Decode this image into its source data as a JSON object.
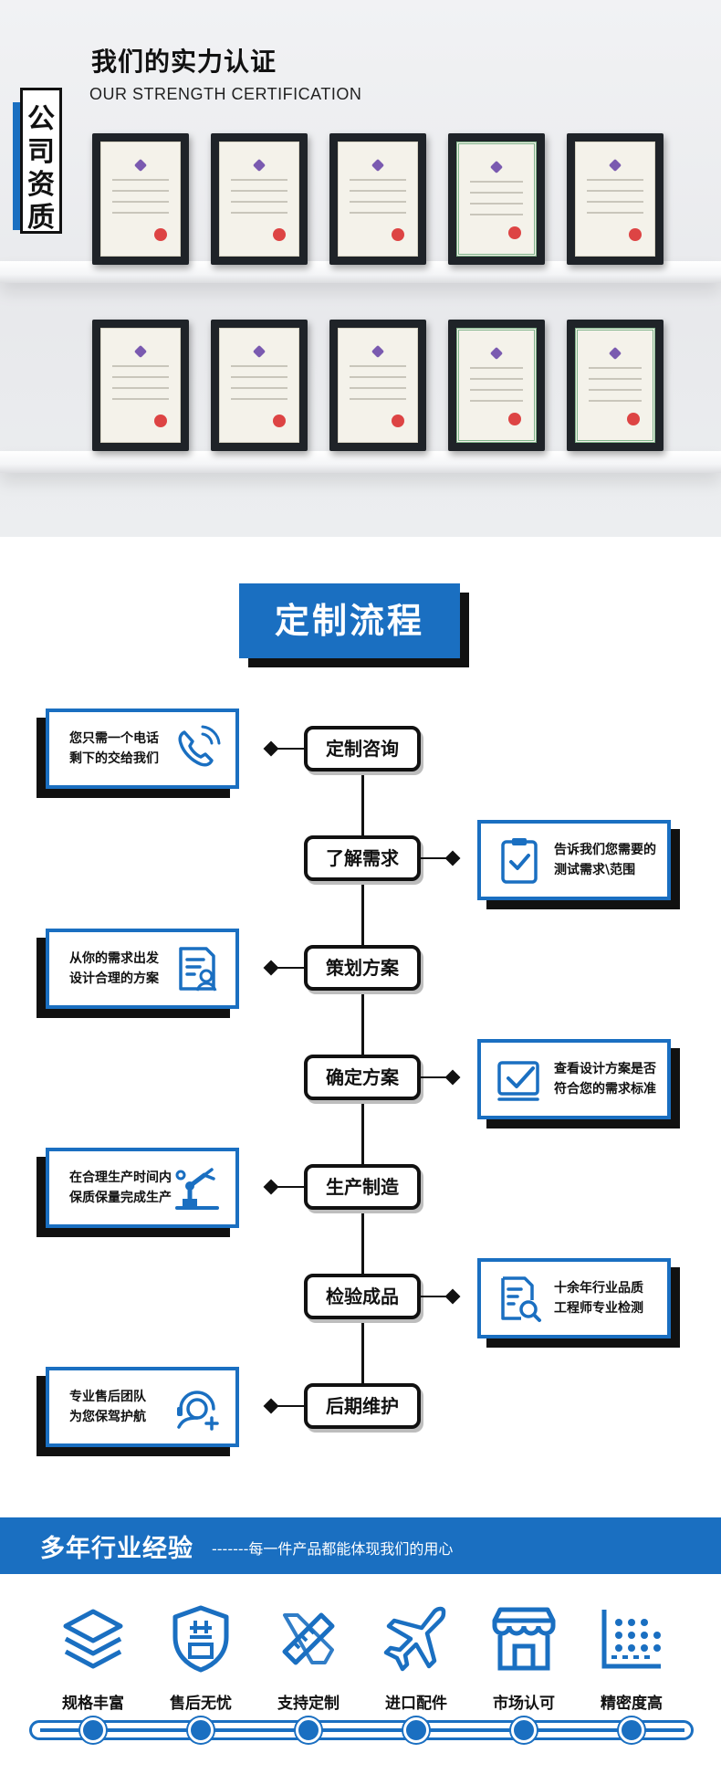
{
  "certification": {
    "title": "我们的实力认证",
    "subtitle": "OUR STRENGTH CERTIFICATION",
    "vertical_label": [
      "公",
      "司",
      "资",
      "质"
    ]
  },
  "process": {
    "title": "定制流程",
    "steps": [
      {
        "label": "定制咨询",
        "side": "left",
        "text": "您只需一个电话\n剩下的交给我们",
        "icon": "phone-icon"
      },
      {
        "label": "了解需求",
        "side": "right",
        "text": "告诉我们您需要的\n测试需求\\范围",
        "icon": "clipboard-check-icon"
      },
      {
        "label": "策划方案",
        "side": "left",
        "text": "从你的需求出发\n设计合理的方案",
        "icon": "document-user-icon"
      },
      {
        "label": "确定方案",
        "side": "right",
        "text": "查看设计方案是否\n符合您的需求标准",
        "icon": "checkbox-icon"
      },
      {
        "label": "生产制造",
        "side": "left",
        "text": "在合理生产时间内\n保质保量完成生产",
        "icon": "robot-arm-icon"
      },
      {
        "label": "检验成品",
        "side": "right",
        "text": "十余年行业品质\n工程师专业检测",
        "icon": "document-search-icon"
      },
      {
        "label": "后期维护",
        "side": "left",
        "text": "专业售后团队\n为您保驾护航",
        "icon": "headset-support-icon"
      }
    ]
  },
  "experience": {
    "title": "多年行业经验",
    "subtitle": "-------每一件产品都能体现我们的用心",
    "features": [
      {
        "label": "规格丰富",
        "icon": "layers-icon"
      },
      {
        "label": "售后无忧",
        "icon": "shield-sale-icon"
      },
      {
        "label": "支持定制",
        "icon": "ruler-pencil-icon"
      },
      {
        "label": "进口配件",
        "icon": "airplane-icon"
      },
      {
        "label": "市场认可",
        "icon": "storefront-icon"
      },
      {
        "label": "精密度高",
        "icon": "precision-chart-icon"
      }
    ]
  },
  "colors": {
    "accent": "#1a6fc1",
    "dark": "#111111"
  }
}
